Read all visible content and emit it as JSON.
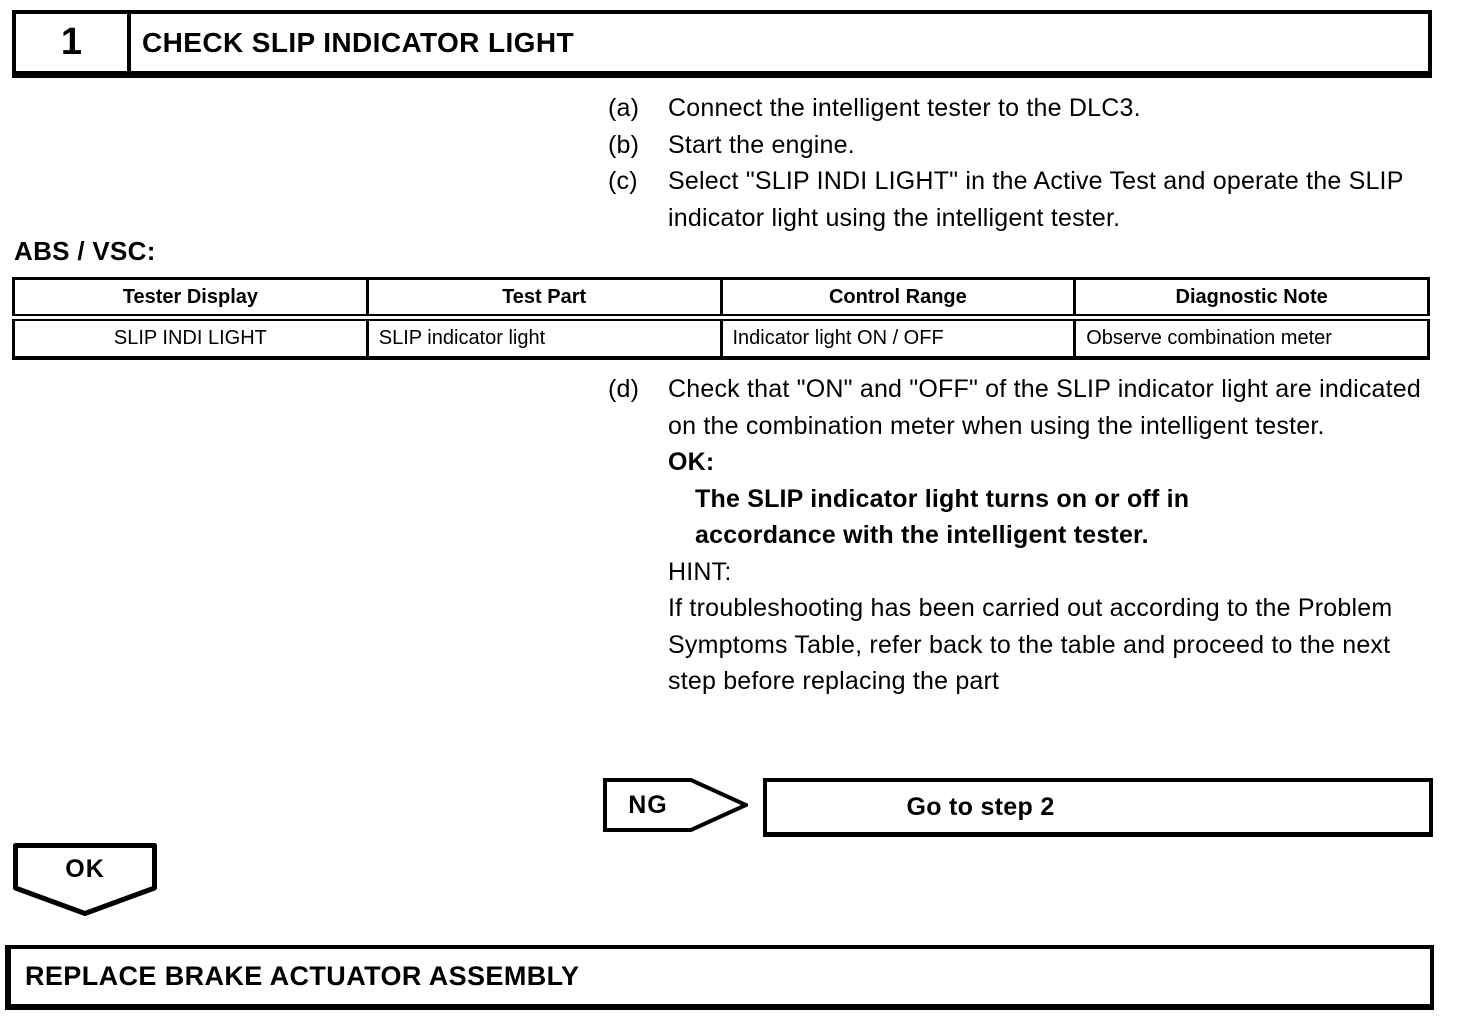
{
  "step": {
    "number": "1",
    "title": "CHECK SLIP INDICATOR LIGHT"
  },
  "substeps": [
    {
      "label": "(a)",
      "text": "Connect the intelligent tester to the DLC3."
    },
    {
      "label": "(b)",
      "text": "Start the engine."
    },
    {
      "label": "(c)",
      "text": "Select \"SLIP INDI LIGHT\" in the Active Test and operate the SLIP indicator light using the intelligent tester."
    },
    {
      "label": "(d)",
      "text": "Check that \"ON\" and \"OFF\" of the SLIP indicator light are indicated on the combination meter when using the intelligent tester."
    }
  ],
  "spec_section": {
    "caption": "ABS / VSC:",
    "table": {
      "headers": [
        "Tester Display",
        "Test Part",
        "Control Range",
        "Diagnostic Note"
      ],
      "rows": [
        [
          "SLIP INDI LIGHT",
          "SLIP indicator light",
          "Indicator light ON / OFF",
          "Observe combination meter"
        ]
      ]
    }
  },
  "ok_criteria": {
    "label": "OK:",
    "text": "The SLIP indicator light turns on or off in accordance with the intelligent tester."
  },
  "hint": {
    "label": "HINT:",
    "text": "If troubleshooting has been carried out according to the Problem Symptoms Table, refer back to the table and proceed to the next step before replacing the part"
  },
  "branches": {
    "ng": {
      "label": "NG",
      "action": "Go to step 2"
    },
    "ok": {
      "label": "OK",
      "action": "REPLACE BRAKE ACTUATOR ASSEMBLY"
    }
  }
}
